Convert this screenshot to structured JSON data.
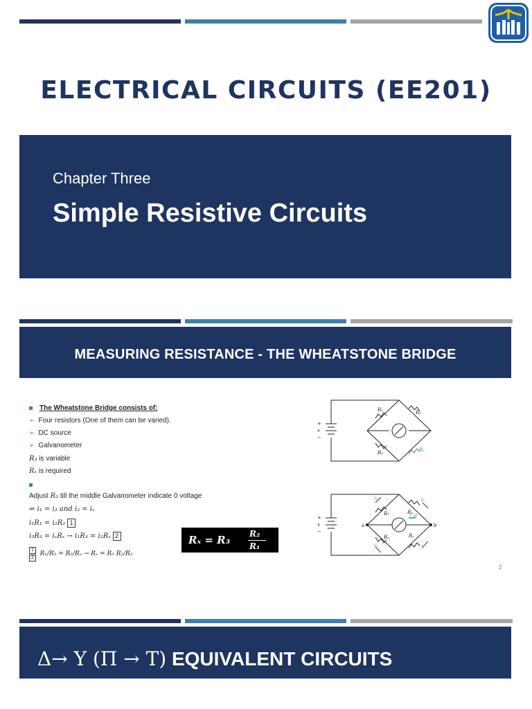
{
  "colors": {
    "navy": "#1e3461",
    "blue": "#3c7fb3",
    "gray": "#a5a5a5"
  },
  "logo": {
    "icon": "university-logo-icon"
  },
  "course_title": "ELECTRICAL CIRCUITS (EE201)",
  "chapter": {
    "label": "Chapter Three",
    "title": "Simple Resistive Circuits"
  },
  "slide": {
    "header": "MEASURING RESISTANCE - THE WHEATSTONE BRIDGE",
    "consists_heading": "The Wheatstone Bridge consists of:",
    "items": [
      "Four resistors (One of them can be varied).",
      "DC source",
      "Galvanometer"
    ],
    "r3_sym": "R₃",
    "r3_note": " is variable",
    "rx_sym": "Rₓ",
    "rx_note": " is required",
    "adjust_pre": "Adjust ",
    "adjust_sym": "R₃",
    "adjust_post": " till the middle  Galvanometer indicate 0 voltage",
    "eq_currents": "⇒ i₁ = i₃  and  i₂ = iₓ",
    "eq1": "i₁R₁ = i₂R₂",
    "eq2": "i₃R₃ = iₓRₓ → i₁R₃ = i₂Rₓ",
    "eq_ratio": "R₁/R₃ = R₂/Rₓ → Rₓ = R₃ R₂/R₁",
    "box1": "1",
    "box2": "2",
    "formula": {
      "lhs": "Rₓ = R₃",
      "num": "R₂",
      "den": "R₁"
    },
    "page_number": "2",
    "diagram1": {
      "r1": "R₁",
      "r2": "R₂",
      "r3": "R₃",
      "rx": "Rₓ",
      "plus": "+",
      "v": "v",
      "minus": "−"
    },
    "diagram2": {
      "r1": "R₁",
      "r2": "R₂",
      "r3": "R₃",
      "rx": "Rₓ",
      "i1": "i₁",
      "i2": "i₂",
      "i3": "i₃",
      "ix": "iₓ",
      "ig": "i_g",
      "a": "a",
      "b": "b",
      "plus": "+",
      "v": "v",
      "minus": "−"
    }
  },
  "next_slide": {
    "symbols": "Δ→ Y (Π → T)",
    "title": " EQUIVALENT CIRCUITS"
  }
}
